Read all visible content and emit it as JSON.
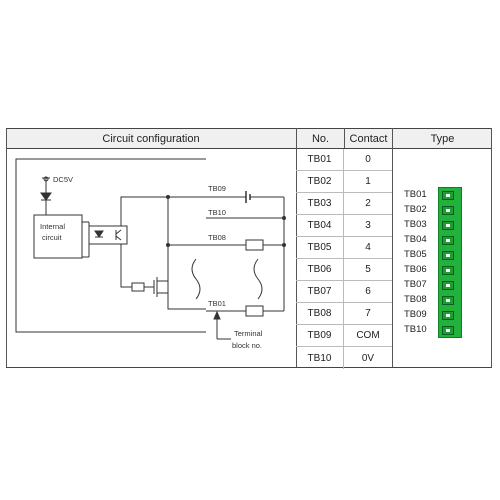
{
  "headers": {
    "circuit": "Circuit configuration",
    "no": "No.",
    "contact": "Contact",
    "type": "Type"
  },
  "rows": [
    {
      "no": "TB01",
      "contact": "0"
    },
    {
      "no": "TB02",
      "contact": "1"
    },
    {
      "no": "TB03",
      "contact": "2"
    },
    {
      "no": "TB04",
      "contact": "3"
    },
    {
      "no": "TB05",
      "contact": "4"
    },
    {
      "no": "TB06",
      "contact": "5"
    },
    {
      "no": "TB07",
      "contact": "6"
    },
    {
      "no": "TB08",
      "contact": "7"
    },
    {
      "no": "TB09",
      "contact": "COM"
    },
    {
      "no": "TB10",
      "contact": "0V"
    }
  ],
  "diagram": {
    "supply": "DC5V",
    "internal_circuit": [
      "Internal",
      "circuit"
    ],
    "line_labels": [
      "TB09",
      "TB10",
      "TB08",
      "TB01"
    ],
    "terminal_note": [
      "Terminal",
      "block no."
    ]
  },
  "type_labels": [
    "TB01",
    "TB02",
    "TB03",
    "TB04",
    "TB05",
    "TB06",
    "TB07",
    "TB08",
    "TB09",
    "TB10"
  ],
  "colors": {
    "connector": "#22b13c",
    "header_bg": "#f0f0f0"
  }
}
